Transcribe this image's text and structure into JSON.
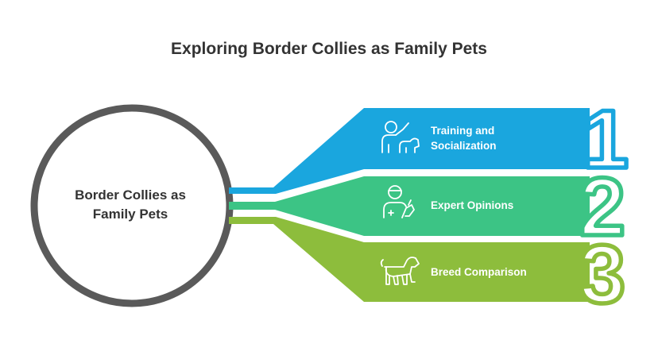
{
  "title": "Exploring Border Collies as Family Pets",
  "hub": {
    "line1": "Border Collies as",
    "line2": "Family Pets"
  },
  "items": [
    {
      "number": "1",
      "line1": "Training and",
      "line2": "Socialization",
      "icon": "person-with-dog-icon",
      "color": "#1AA6DE"
    },
    {
      "number": "2",
      "line1": "Expert Opinions",
      "line2": "",
      "icon": "veterinarian-icon",
      "color": "#3CC485"
    },
    {
      "number": "3",
      "line1": "Breed Comparison",
      "line2": "",
      "icon": "dog-icon",
      "color": "#8DBD3C"
    }
  ],
  "colors": {
    "hub_ring": "#5A5A5A",
    "title_text": "#333333",
    "blue": "#1AA6DE",
    "green": "#3CC485",
    "lime": "#8DBD3C"
  }
}
